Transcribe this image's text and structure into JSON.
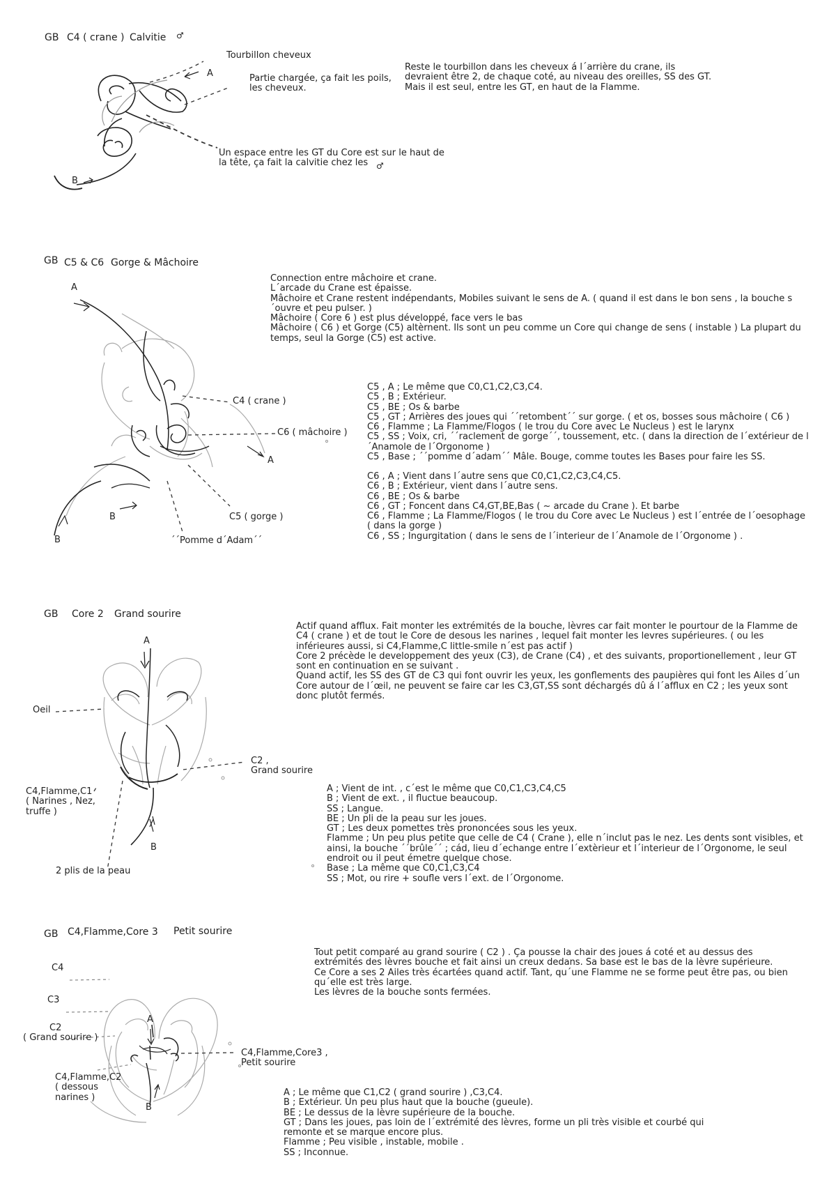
{
  "sections": [
    {
      "heading": [
        "GB",
        "C4 ( crane )",
        "Calvitie",
        "♂"
      ],
      "labels": {
        "tourbillon": "Tourbillon cheveux",
        "a": "A",
        "b": "B",
        "partie": [
          "Partie chargée, ça fait les poils,",
          "les cheveux."
        ],
        "espace": [
          "Un espace entre les GT du Core est sur le haut de",
          "la tête, ça fait la calvitie chez les"
        ],
        "male": "♂"
      },
      "description": [
        "Reste le tourbillon dans les cheveux á l´arrière du crane, ils",
        "devraient être 2, de chaque coté, au niveau des oreilles, SS des GT.",
        "Mais il est seul, entre les GT, en haut de la Flamme."
      ]
    },
    {
      "heading": [
        "GB",
        "C5 & C6",
        "Gorge & Mâchoire"
      ],
      "labels": {
        "a_top": "A",
        "crane": "C4 ( crane )",
        "machoire": "C6 ( mâchoire )",
        "a_right": "A",
        "b_mid": "B",
        "gorge": "C5 ( gorge )",
        "b_bottom": "B",
        "pomme": "´´Pomme d´Adam´´"
      },
      "intro": [
        "Connection entre mâchoire et crane.",
        "L´arcade du Crane est épaisse.",
        "Mâchoire et Crane restent indépendants, Mobiles suivant le sens de A. ( quand il est dans le bon sens , la bouche s",
        "´ouvre et peu pulser. )",
        "Mâchoire ( Core 6 ) est plus développé, face vers le bas",
        "Mâchoire ( C6 ) et Gorge (C5) altèrnent. Ils sont un peu comme un Core qui change de sens ( instable ) La plupart du",
        "temps, seul la Gorge (C5) est active."
      ],
      "c5": [
        "C5 , A ;  Le même que C0,C1,C2,C3,C4.",
        "C5 , B ;  Extérieur.",
        "C5 , BE ;  Os & barbe",
        "C5 , GT ;  Arrières des joues qui ´´retombent´´ sur gorge. ( et os, bosses sous mâchoire ( C6 )",
        "C6 , Flamme ; La Flamme/Flogos ( le trou du Core avec Le Nucleus ) est le larynx",
        "C5 , SS ;  Voix, cri, ´´raclement de gorge´´, toussement, etc. ( dans la direction de l´extérieur de l",
        "´Anamole de l´Orgonome )",
        "C5 , Base ;  ´´pomme d´adam´´ Mâle. Bouge, comme toutes les Bases pour faire les SS."
      ],
      "c6": [
        "C6 , A ;  Vient dans l´autre sens que C0,C1,C2,C3,C4,C5.",
        "C6 , B ;  Extérieur, vient dans l´autre sens.",
        "C6 , BE ;  Os & barbe",
        "C6 , GT ;  Foncent dans C4,GT,BE,Bas ( ~ arcade du Crane ). Et barbe",
        "C6 , Flamme ; La Flamme/Flogos ( le trou du Core avec Le Nucleus ) est l´entrée de l´oesophage",
        "( dans la gorge )",
        "C6 , SS ;  Ingurgitation ( dans le sens de l´interieur de l´Anamole de l´Orgonome ) ."
      ]
    },
    {
      "heading": [
        "GB",
        "Core 2",
        "Grand sourire"
      ],
      "labels": {
        "a": "A",
        "oeil": "Oeil",
        "c2": [
          "C2  ,",
          "Grand sourire"
        ],
        "c4flamme": [
          "C4,Flamme,C1",
          "( Narines , Nez,",
          "truffe )"
        ],
        "b": "B",
        "plis": "2 plis de la peau"
      },
      "intro": [
        "Actif quand afflux. Fait monter les extrémités de la bouche, lèvres car fait monter le pourtour de la Flamme de",
        "C4 ( crane ) et de tout le Core de desous les narines , lequel fait monter les levres supérieures. ( ou les",
        "inférieures aussi, si C4,Flamme,C little-smile n´est pas actif )",
        " Core 2 précède le developpement des yeux (C3), de Crane (C4) , et des suivants, proportionellement , leur GT",
        "sont en continuation en se suivant .",
        "Quand actif, les SS des GT de C3 qui font ouvrir les yeux, les gonflements des paupières qui font les Ailes d´un",
        "Core autour de l´œil, ne peuvent se faire car les C3,GT,SS sont déchargés dû á l´afflux en C2 ; les yeux sont",
        "donc plutôt fermés."
      ],
      "details": [
        "A ;  Vient de int. , c´est le même que C0,C1,C3,C4,C5",
        "B ;  Vient de ext. , il fluctue beaucoup.",
        "SS ;  Langue.",
        "BE ;  Un pli de la peau sur les joues.",
        "GT ;  Les deux pomettes très prononcées sous les yeux.",
        "Flamme ;  Un peu plus petite que celle de C4 ( Crane ), elle n´inclut pas le nez. Les dents sont visibles, et",
        "ainsi, la bouche ´´brûle´´ ; cád, lieu d´echange entre l´extèrieur et l´interieur de l´Orgonome, le seul",
        "endroit ou il peut émetre quelque chose.",
        "Base ;  La même que C0,C1,C3,C4",
        "SS ;  Mot, ou rire + soufle vers l´ext. de l´Orgonome."
      ]
    },
    {
      "heading": [
        "GB",
        "C4,Flamme,Core  3",
        "Petit sourire"
      ],
      "labels": {
        "c4": "C4",
        "c3": "C3",
        "c2": [
          "C2",
          "( Grand sourire  )"
        ],
        "a": "A",
        "core3": [
          "C4,Flamme,Core3  ,",
          "Petit sourire"
        ],
        "c4flamme": [
          "C4,Flamme,C2",
          "( dessous",
          "narines )"
        ],
        "b": "B"
      },
      "intro": [
        "Tout petit comparé au grand sourire ( C2 ) . Ça pousse la chair des joues á coté et au dessus des",
        "extrémités des lèvres bouche et fait ainsi un creux dedans. Sa base est le bas de la lèvre supérieure.",
        "Ce Core a ses 2 Ailes très écartées quand actif. Tant, qu´une Flamme ne se forme peut être pas, ou bien",
        "qu´elle est très large.",
        "Les lèvres de la bouche sonts fermées."
      ],
      "details": [
        "A ;  Le même que C1,C2 ( grand sourire ) ,C3,C4.",
        "B ;  Extérieur. Un peu plus haut que la bouche (gueule).",
        "BE ;  Le dessus de la lèvre supérieure de la bouche.",
        "GT ;  Dans les joues, pas loin de l´extrémité des lèvres, forme un pli très visible et courbé qui",
        "remonte et se marque encore plus.",
        "Flamme ;  Peu visible , instable, mobile .",
        "SS ;  Inconnue."
      ]
    }
  ]
}
